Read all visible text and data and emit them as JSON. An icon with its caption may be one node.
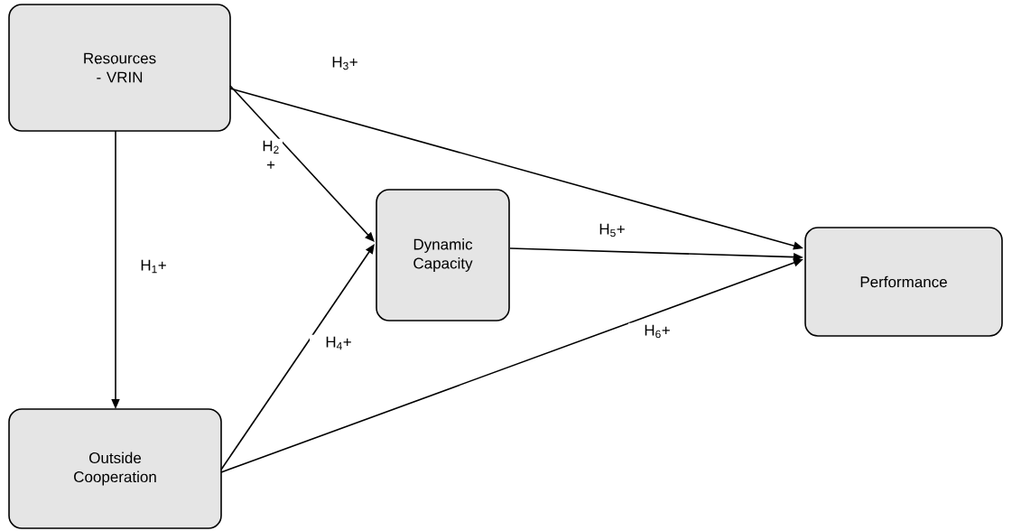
{
  "diagram": {
    "nodes": [
      {
        "text": [
          "Resources - VRIN"
        ]
      },
      {
        "text": [
          "Dynamic Capacity"
        ]
      },
      {
        "text": [
          "Performance"
        ]
      },
      {
        "text": [
          "Outside Cooperation"
        ]
      }
    ],
    "edges": [
      {
        "from": 0,
        "to": 3,
        "arrow": "to",
        "label": "H$_{1}$+"
      },
      {
        "from": 0,
        "to": 1,
        "arrow": "to",
        "label": "H$_{2}$ +"
      },
      {
        "from": 0,
        "to": 2,
        "arrow": "to",
        "label": "H$_{3}$+"
      },
      {
        "from": 3,
        "to": 1,
        "arrow": "to",
        "label": "H$_{4}$+"
      },
      {
        "from": 1,
        "to": 2,
        "arrow": "to",
        "label": "H$_{5}$+"
      },
      {
        "from": 3,
        "to": 2,
        "arrow": "to",
        "label": "H$_{6}$+"
      }
    ]
  }
}
